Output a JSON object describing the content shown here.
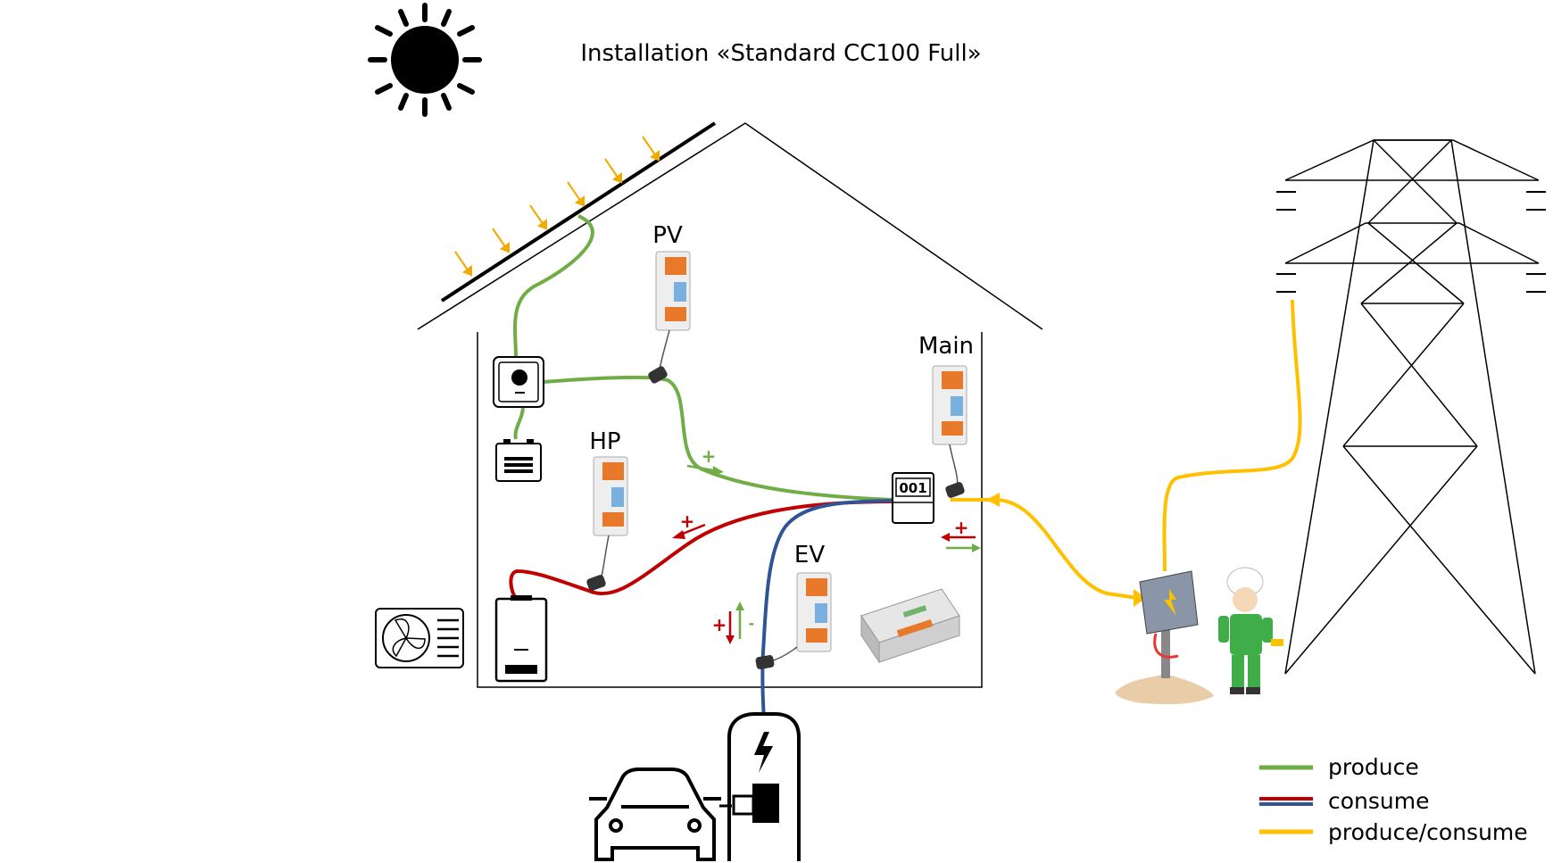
{
  "title": "Installation «Standard CC100 Full»",
  "meters": {
    "pv": "PV",
    "hp": "HP",
    "main": "Main",
    "ev": "EV"
  },
  "main_meter_display": "001",
  "flow_signs": {
    "plus": "+",
    "minus": "-"
  },
  "legend": [
    {
      "label": "produce",
      "colors": [
        "#70ad47"
      ]
    },
    {
      "label": "consume",
      "colors": [
        "#c00000",
        "#2f5597"
      ]
    },
    {
      "label": "produce/consume",
      "colors": [
        "#ffc000"
      ]
    }
  ],
  "colors": {
    "produce": "#70ad47",
    "consume_red": "#c00000",
    "consume_blue": "#2f5597",
    "produce_consume": "#ffc000",
    "sun_ray": "#f2a900"
  },
  "icons": [
    "sun-icon",
    "solar-panel-icon",
    "inverter-icon",
    "battery-icon",
    "heat-pump-fan-icon",
    "boiler-icon",
    "car-icon",
    "ev-charger-icon",
    "power-pylon-icon",
    "junction-box-icon",
    "worker-figure-icon",
    "controller-icon",
    "smart-meter-icon"
  ]
}
